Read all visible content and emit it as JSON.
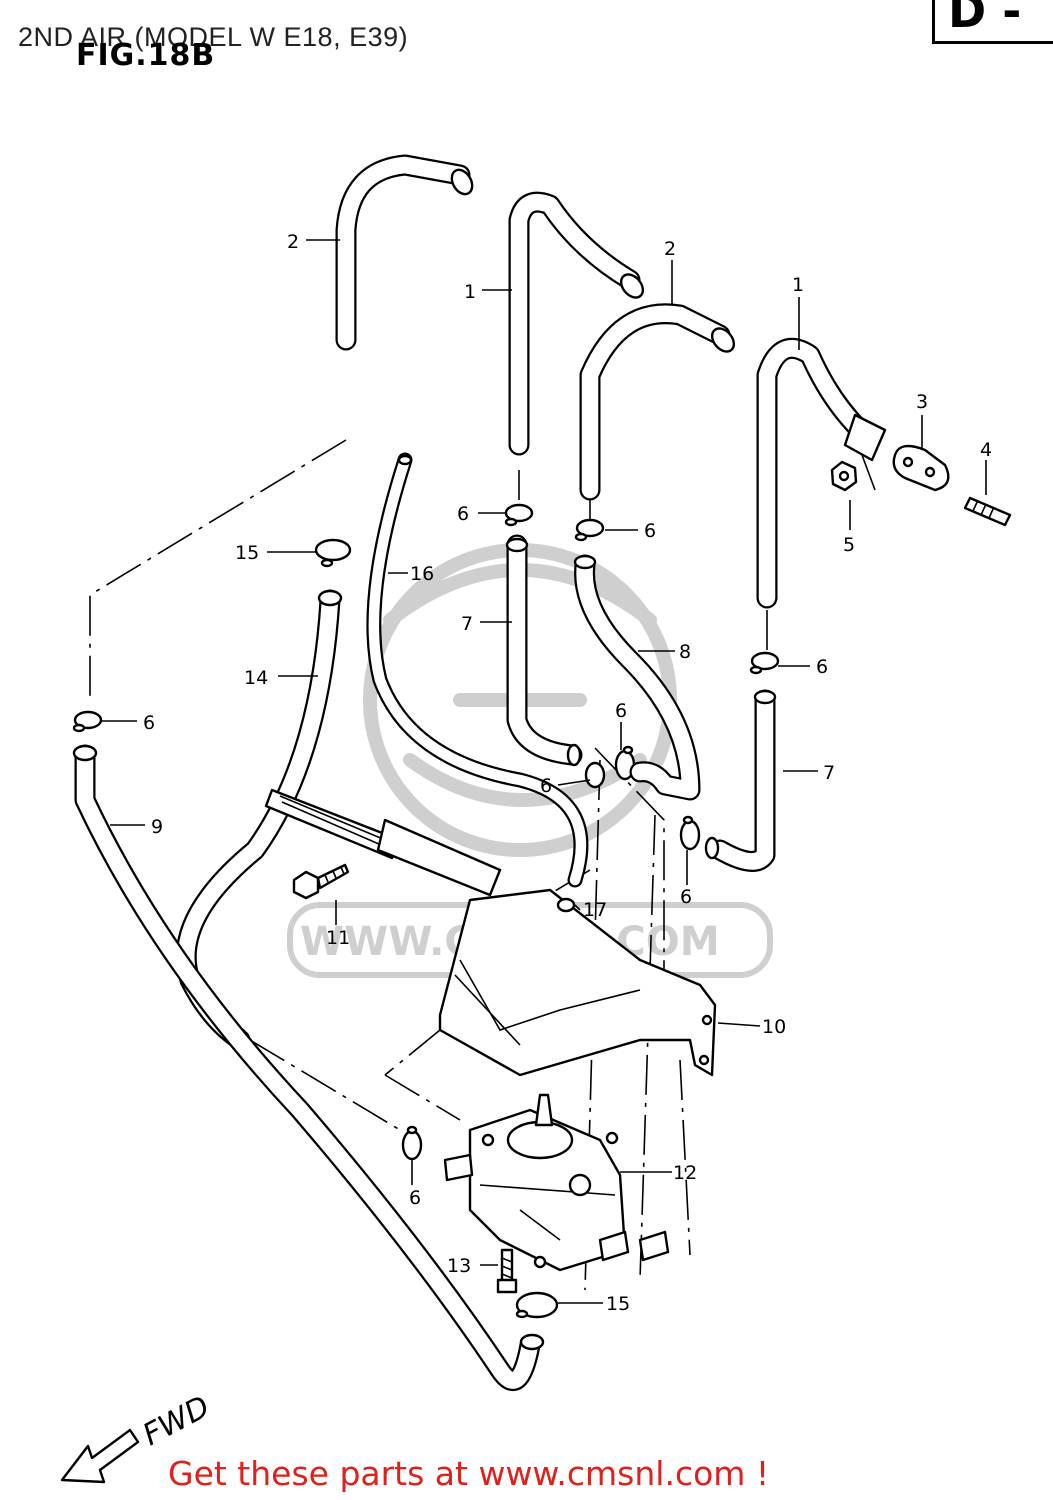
{
  "header": {
    "title": "2ND AIR (MODEL W E18, E39)",
    "figure": "FIG.18B",
    "page_code": "D -"
  },
  "watermark": {
    "text": "WWW.CMSNL.COM"
  },
  "callouts": [
    "1",
    "1",
    "2",
    "2",
    "3",
    "4",
    "5",
    "6",
    "6",
    "6",
    "6",
    "6",
    "6",
    "6",
    "6",
    "7",
    "7",
    "8",
    "9",
    "10",
    "11",
    "12",
    "13",
    "14",
    "15",
    "15",
    "16",
    "17"
  ],
  "direction": "FWD",
  "footer": {
    "text": "Get these parts at www.cmsnl.com !",
    "color": "#e0201a"
  }
}
